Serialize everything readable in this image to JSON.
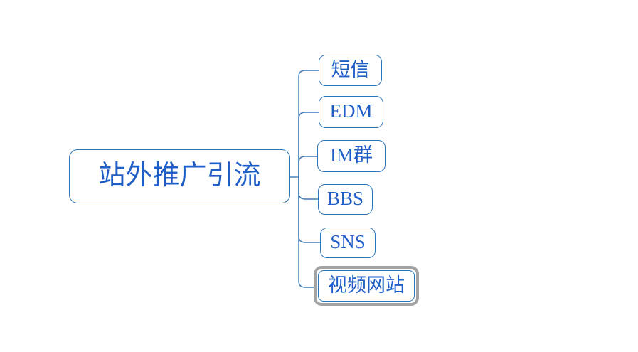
{
  "colors": {
    "background": "#ffffff",
    "node_border": "#2e75b6",
    "node_text": "#1f5ec6",
    "connector": "#3c7ab8",
    "selection_ring": "#a3a3a3"
  },
  "mindmap": {
    "root": {
      "label": "站外推广引流",
      "selected": false
    },
    "children": [
      {
        "label": "短信",
        "selected": false
      },
      {
        "label": "EDM",
        "selected": false
      },
      {
        "label": "IM群",
        "selected": false
      },
      {
        "label": "BBS",
        "selected": false
      },
      {
        "label": "SNS",
        "selected": false
      },
      {
        "label": "视频网站",
        "selected": true
      }
    ]
  }
}
